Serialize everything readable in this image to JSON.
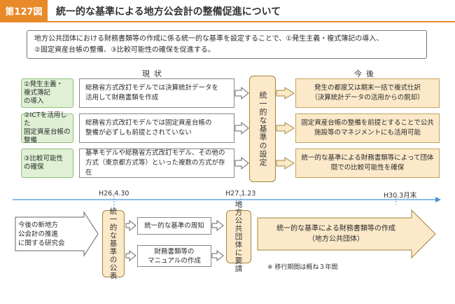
{
  "header": {
    "figure_label": "第127図",
    "title": "統一的な基準による地方公会計の整備促進について"
  },
  "intro": {
    "line1": "地方公共団体における財務書類等の作成に係る統一的な基準を設定することで、①発生主義・複式簿記の導入、",
    "line2": "②固定資産台帳の整備、③比較可能性の確保を促進する。"
  },
  "columns": {
    "current": "現状",
    "future": "今後"
  },
  "rows": [
    {
      "label": "①発生主義・\n複式簿記\nの導入",
      "current": "総務省方式改訂モデルでは決算統計データを\n活用して財務書類を作成",
      "future": "発生の都度又は期末一括で複式仕訳\n（決算統計データの活用からの脱却）"
    },
    {
      "label": "②ICTを活用した\n固定資産台帳の\n整備",
      "current": "総務省方式改訂モデルでは固定資産台帳の\n整備が必ずしも前提とされていない",
      "future": "固定資産台帳の整備を前提とすることで公共\n施設等のマネジメントにも活用可能"
    },
    {
      "label": "③比較可能性\nの確保",
      "current": "基準モデルや総務省方式改訂モデル、その他の\n方式（東京都方式等）といった複数の方式が存在",
      "future": "統一的な基準による財務書類等によって団体\n間での比較可能性を確保"
    }
  ],
  "center_label": "統一的な基準の設定",
  "timeline": {
    "dates": [
      "H26.4.30",
      "H27.1.23",
      "H30.3月末"
    ],
    "study_group": "今後の新地方\n公会計の推進\nに関する研究会",
    "publication": "統一的な基準の公表",
    "dissemination": "統一的な基準の周知",
    "manual": "財務書類等の\nマニュアルの作成",
    "request": "地方公共団体に要請",
    "outcome": "統一的な基準による財務書類等の作成\n（地方公共団体）",
    "note": "※ 移行期間は概ね３年間"
  },
  "colors": {
    "accent": "#e98a2a",
    "green_fill": "#dff0d4",
    "beige_fill": "#fbe9c9",
    "timeline_blue": "#4a90d9"
  }
}
